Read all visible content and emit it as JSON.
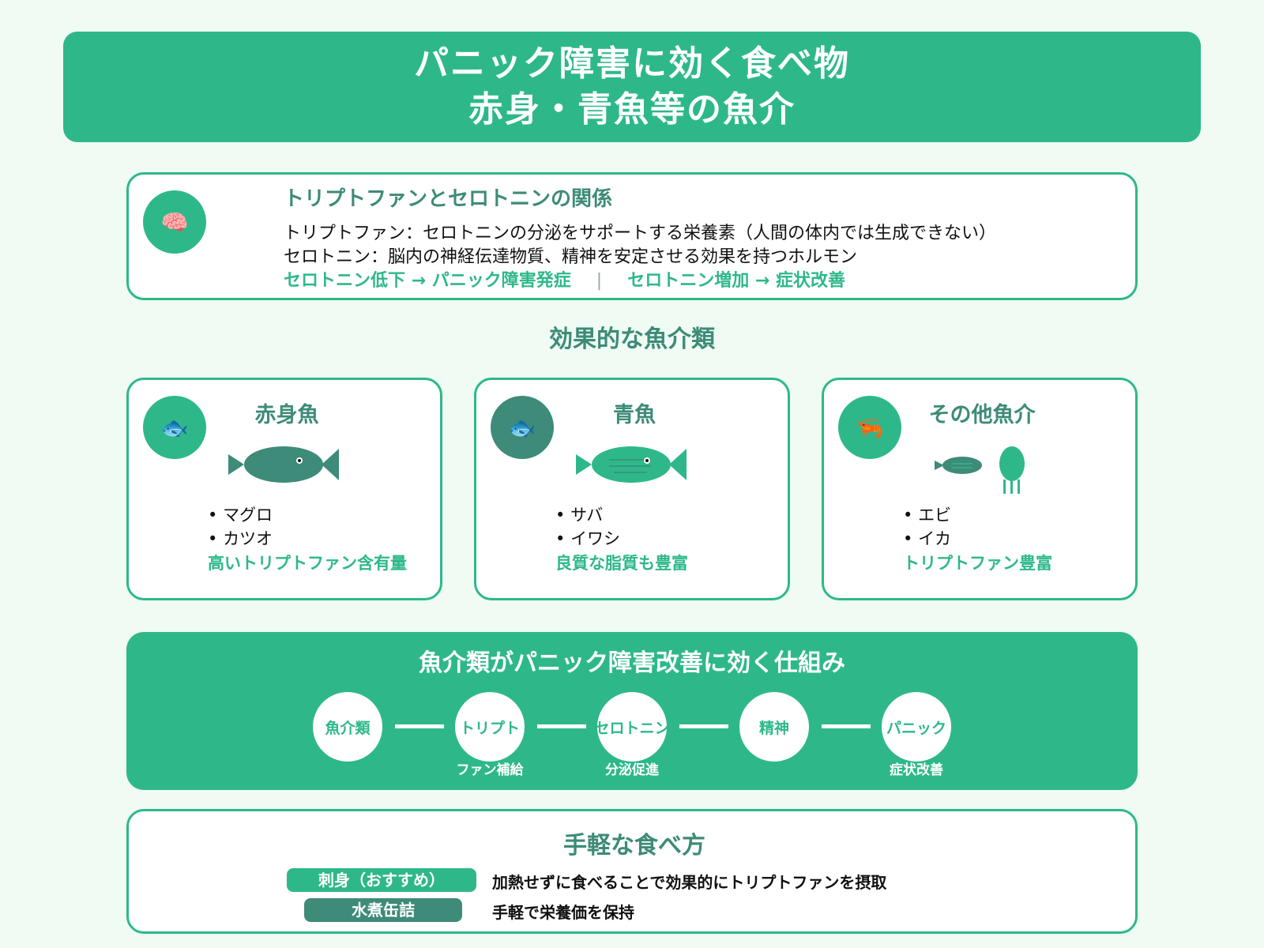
{
  "header": {
    "title_line1": "パニック障害に効く食べ物",
    "title_line2": "赤身・青魚等の魚介"
  },
  "tryptophan": {
    "icon": "brain-icon",
    "icon_glyph": "🧠",
    "title": "トリプトファンとセロトニンの関係",
    "line1": "トリプトファン：セロトニンの分泌をサポートする栄養素（人間の体内では生成できない）",
    "line2": "セロトニン：脳内の神経伝達物質、精神を安定させる効果を持つホルモン",
    "relation_left": "セロトニン低下 → パニック障害発症",
    "separator": "|",
    "relation_right": "セロトニン増加 → 症状改善"
  },
  "effective_heading": "効果的な魚介類",
  "fish_cards": [
    {
      "icon": "fish-icon",
      "icon_glyph": "🐟",
      "title": "赤身魚",
      "items": [
        "マグロ",
        "カツオ"
      ],
      "note": "高いトリプトファン含有量"
    },
    {
      "icon": "fish-icon",
      "icon_glyph": "🐟",
      "title": "青魚",
      "items": [
        "サバ",
        "イワシ"
      ],
      "note": "良質な脂質も豊富"
    },
    {
      "icon": "shrimp-icon",
      "icon_glyph": "🦐",
      "title": "その他魚介",
      "items": [
        "エビ",
        "イカ"
      ],
      "note": "トリプトファン豊富"
    }
  ],
  "mechanism": {
    "title": "魚介類がパニック障害改善に効く仕組み",
    "steps": [
      {
        "label": "魚介類",
        "sub": ""
      },
      {
        "label": "トリプト",
        "sub": "ファン補給"
      },
      {
        "label": "セロトニン",
        "sub": "分泌促進"
      },
      {
        "label": "精神",
        "sub": ""
      },
      {
        "label": "パニック",
        "sub": "症状改善"
      }
    ]
  },
  "eating": {
    "title": "手軽な食べ方",
    "methods": [
      {
        "label": "刺身（おすすめ）",
        "desc": "加熱せずに食べることで効果的にトリプトファンを摂取"
      },
      {
        "label": "水煮缶詰",
        "desc": "手軽で栄養価を保持"
      }
    ]
  },
  "colors": {
    "primary": "#2eb88a",
    "dark": "#3d8b78",
    "background": "#effbf3"
  }
}
